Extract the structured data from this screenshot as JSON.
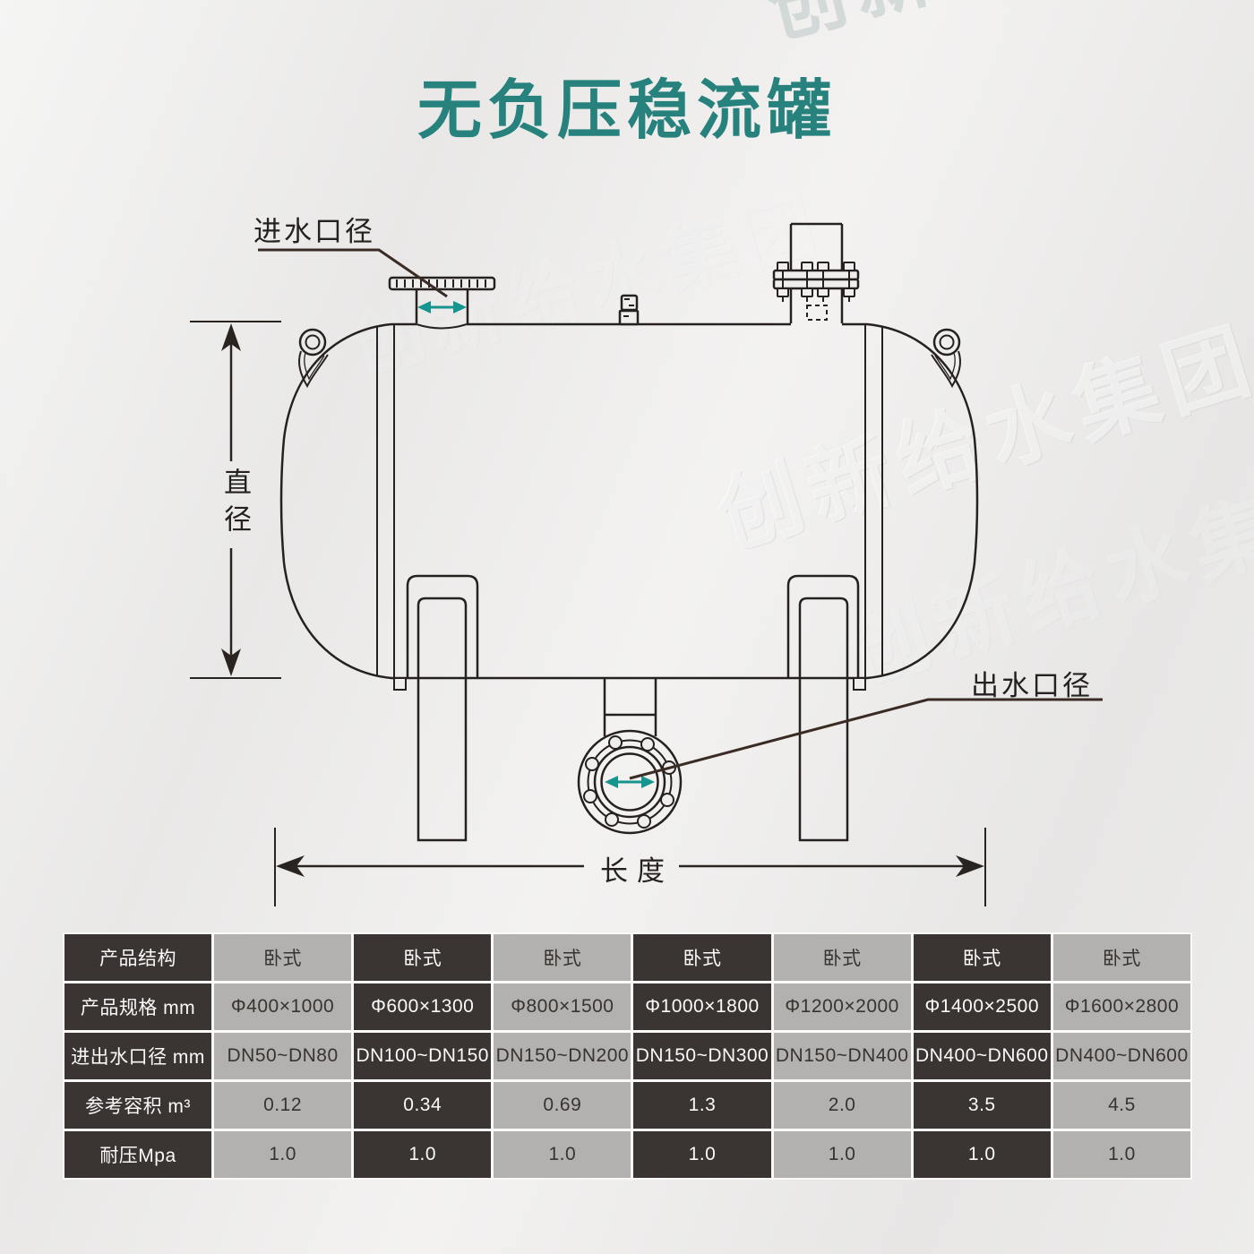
{
  "title": "无负压稳流罐",
  "watermark": {
    "text": "创新给水集团"
  },
  "diagram": {
    "labels": {
      "inlet": "进水口径",
      "outlet": "出水口径",
      "diameter": "直径",
      "length": "长度"
    }
  },
  "colors": {
    "title": "#27827e",
    "accent": "#16948e",
    "line": "#26211f",
    "leader": "#3a2b24",
    "table_dark": "#3a3532",
    "table_light": "#b3b1af",
    "table_gap": "#faf9f8",
    "paper": "#efeeed"
  },
  "table": {
    "rows": [
      {
        "label": "产品结构",
        "values": [
          "卧式",
          "卧式",
          "卧式",
          "卧式",
          "卧式",
          "卧式",
          "卧式"
        ]
      },
      {
        "label": "产品规格 mm",
        "values": [
          "Φ400×1000",
          "Φ600×1300",
          "Φ800×1500",
          "Φ1000×1800",
          "Φ1200×2000",
          "Φ1400×2500",
          "Φ1600×2800"
        ]
      },
      {
        "label": "进出水口径 mm",
        "values": [
          "DN50~DN80",
          "DN100~DN150",
          "DN150~DN200",
          "DN150~DN300",
          "DN150~DN400",
          "DN400~DN600",
          "DN400~DN600"
        ]
      },
      {
        "label": "参考容积 m³",
        "values": [
          "0.12",
          "0.34",
          "0.69",
          "1.3",
          "2.0",
          "3.5",
          "4.5"
        ]
      },
      {
        "label": "耐压Mpa",
        "values": [
          "1.0",
          "1.0",
          "1.0",
          "1.0",
          "1.0",
          "1.0",
          "1.0"
        ]
      }
    ]
  }
}
